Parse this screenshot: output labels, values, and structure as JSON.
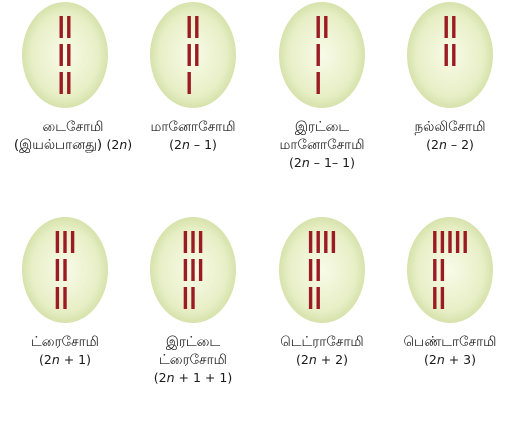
{
  "colors": {
    "cell_fill": "#e8efc7",
    "cell_edge": "#cfdca0",
    "chromosome": "#9b1b22"
  },
  "cells": [
    {
      "id": "disomy",
      "name_lines": [
        "டைசோமி",
        "(இயல்பானது)"
      ],
      "formula": "(2n)",
      "chromosome_groups": [
        2,
        2,
        2
      ]
    },
    {
      "id": "monosomy",
      "name_lines": [
        "மானோசோமி"
      ],
      "formula": "(2n – 1)",
      "chromosome_groups": [
        2,
        2,
        1
      ]
    },
    {
      "id": "double-mono",
      "name_lines": [
        "இரட்டை",
        "மானோசோமி"
      ],
      "formula": "(2n – 1– 1)",
      "chromosome_groups": [
        2,
        1,
        1
      ]
    },
    {
      "id": "nullisomy",
      "name_lines": [
        "நல்லிசோமி"
      ],
      "formula": "(2n – 2)",
      "chromosome_groups": [
        2,
        2,
        0
      ]
    },
    {
      "id": "trisomy",
      "name_lines": [
        "ட்ரைசோமி"
      ],
      "formula": "(2n + 1)",
      "chromosome_groups": [
        3,
        2,
        2
      ]
    },
    {
      "id": "double-tri",
      "name_lines": [
        "இரட்டை",
        "ட்ரைசோமி"
      ],
      "formula": "(2n + 1 + 1)",
      "chromosome_groups": [
        3,
        3,
        2
      ]
    },
    {
      "id": "tetrasomy",
      "name_lines": [
        "டெட்ராசோமி"
      ],
      "formula": "(2n + 2)",
      "chromosome_groups": [
        4,
        2,
        2
      ]
    },
    {
      "id": "pentasomy",
      "name_lines": [
        "பெண்டாசோமி"
      ],
      "formula": "(2n + 3)",
      "chromosome_groups": [
        5,
        2,
        2
      ]
    }
  ]
}
